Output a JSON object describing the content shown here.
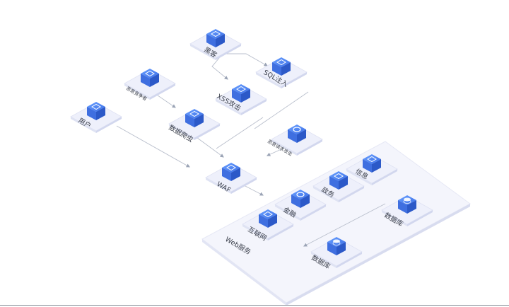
{
  "nodes": {
    "hacker": "黑客",
    "sql_injection": "SQL注入",
    "data_competitor": "恶意竞争者",
    "xss_attack": "XSS攻击",
    "user": "用户",
    "data_crawler": "数据爬虫",
    "malicious_request": "恶意请求攻击",
    "waf": "WAF",
    "info": "信息",
    "government": "政务",
    "finance": "金融",
    "internet": "互联网",
    "web_service": "Web服务",
    "database_right": "数据库",
    "database_left": "数据库"
  },
  "colors": {
    "cube_top": "#4f86f7",
    "cube_side": "#3b6fe0",
    "platform": "#eef0fb",
    "line": "#b9bfcc"
  }
}
